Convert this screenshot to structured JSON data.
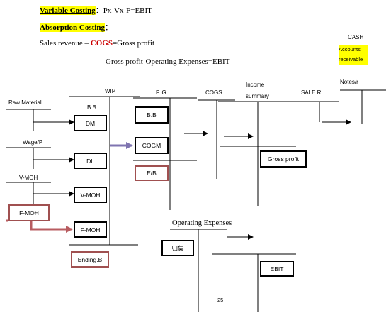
{
  "header": {
    "variable_label": "Variable Costing",
    "variable_colon": "：",
    "variable_formula": "Px-Vx-F=EBIT",
    "absorption_label": "Absorption Costing",
    "absorption_colon": "：",
    "sales_prefix": "Sales revenue – ",
    "sales_cogs": "COGS",
    "sales_suffix": "=Gross profit",
    "ebit_formula": "Gross profit-Operating Expenses=EBIT"
  },
  "cash_box": {
    "title": "CASH",
    "line1": "Accounts",
    "line2": "receivable"
  },
  "accounts": {
    "notes": "Notes/r",
    "wip": "WIP",
    "fg": "F. G",
    "cogs": "COGS",
    "income_line1": "Income",
    "income_line2": "summary",
    "sale_r": "SALE R",
    "raw_material": "Raw Material",
    "wage": "Wage/P",
    "vmoh": "V-MOH",
    "bb_wip": "B.B"
  },
  "boxes": {
    "dm": "DM",
    "dl": "DL",
    "vmoh": "V-MOH",
    "fmoh_wip": "F-MOH",
    "ending": "Ending.B",
    "fmoh_left": "F-MOH",
    "bb_fg": "B.B",
    "cogm": "COGM",
    "eb": "E/B",
    "gross_profit": "Gross profit",
    "ebit": "EBIT",
    "guiji": "归集"
  },
  "operating_expenses": "Operating Expenses",
  "page_number": "25",
  "colors": {
    "highlight": "#ffff00",
    "cogs_text": "#cc0000",
    "red_box": "#a05050",
    "purple_arrow": "#7f74b0",
    "red_arrow": "#b85c60"
  }
}
